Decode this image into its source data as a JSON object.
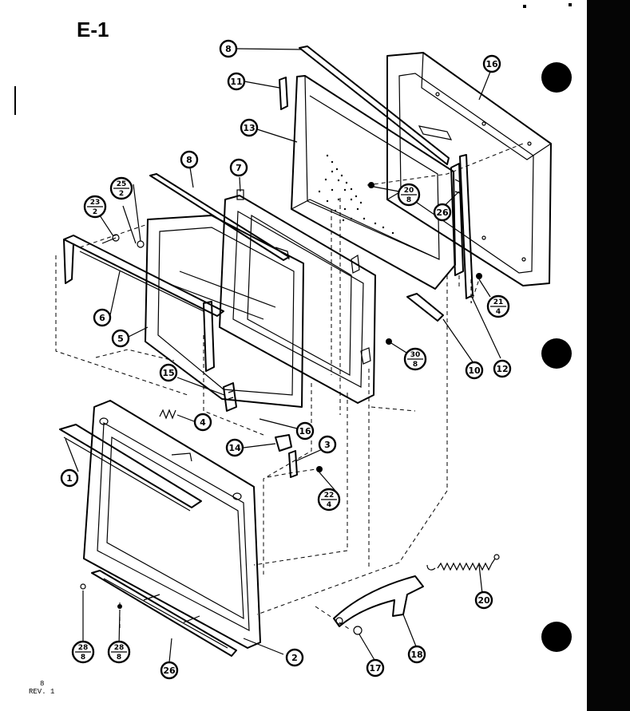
{
  "page": {
    "title": "E-1",
    "footer_page": "8",
    "footer_rev": "REV. 1"
  },
  "callouts": {
    "c1": "1",
    "c2": "2",
    "c3": "3",
    "c4": "4",
    "c5": "5",
    "c6": "6",
    "c7": "7",
    "c8a": "8",
    "c8b": "8",
    "c10": "10",
    "c11": "11",
    "c12": "12",
    "c13": "13",
    "c14": "14",
    "c15": "15",
    "c16a": "16",
    "c16b": "16",
    "c17": "17",
    "c18": "18",
    "c20": "20",
    "c26a": "26",
    "c26b": "26",
    "f20_8": {
      "num": "20",
      "den": "8"
    },
    "f21_4": {
      "num": "21",
      "den": "4"
    },
    "f22_4": {
      "num": "22",
      "den": "4"
    },
    "f23_2": {
      "num": "23",
      "den": "2"
    },
    "f25_2": {
      "num": "25",
      "den": "2"
    },
    "f28_8a": {
      "num": "28",
      "den": "8"
    },
    "f28_8b": {
      "num": "28",
      "den": "8"
    },
    "f30_8": {
      "num": "30",
      "den": "8"
    }
  },
  "colors": {
    "ink": "#000000",
    "paper": "#ffffff"
  }
}
